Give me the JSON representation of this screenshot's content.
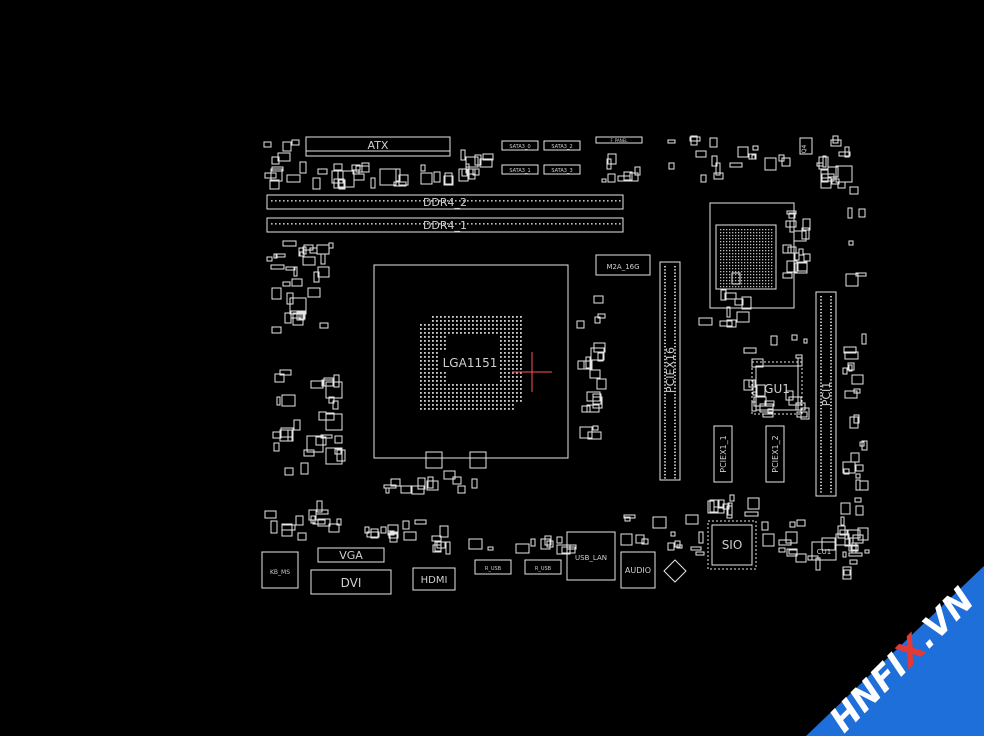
{
  "colors": {
    "background": "#000000",
    "outline": "#e6e6e6",
    "label": "#cfcfcf",
    "crosshair": "#ff5050",
    "watermark_band": "#1e6fd9",
    "watermark_text": "#ffffff",
    "watermark_accent": "#e53935"
  },
  "labels": {
    "atx": "ATX",
    "ddr4_2": "DDR4_2",
    "ddr4_1": "DDR4_1",
    "lga": "LGA1151",
    "m2a": "M2A_16G",
    "pciex16": "PCIEX16",
    "pciex1_1": "PCIEX1_1",
    "pciex1_2": "PCIEX1_2",
    "pci1": "PCI1",
    "gu1": "GU1",
    "sio": "SIO",
    "cu1": "CU1",
    "vga": "VGA",
    "dvi": "DVI",
    "hdmi": "HDMI",
    "kb_ms": "KB_MS",
    "usb_lan": "USB_LAN",
    "audio": "AUDIO",
    "r_usb_1": "R_USB",
    "r_usb_2": "R_USB",
    "sata3_0": "SATA3_0",
    "sata3_2": "SATA3_2",
    "sata3_1": "SATA3_1",
    "sata3_3": "SATA3_3",
    "f_panel": "F_PANEL",
    "q4": "Q4"
  },
  "watermark": {
    "text_main": "HNFI",
    "text_accent": "X",
    "text_tail": ".VN"
  }
}
